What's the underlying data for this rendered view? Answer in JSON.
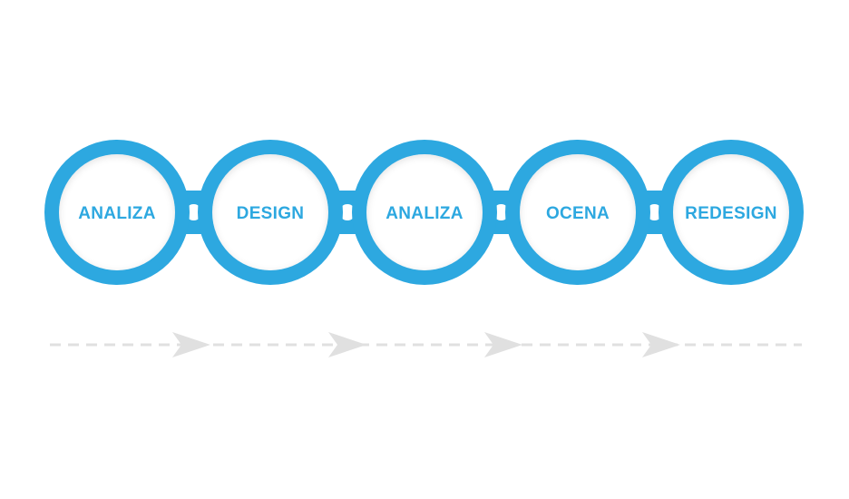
{
  "colors": {
    "ring": "#2DA8E0",
    "ring_shadow": "#1C8BC2",
    "label": "#2DA8E0",
    "inner": "#ffffff",
    "flow": "#E0E0E0"
  },
  "steps": [
    {
      "label": "ANALIZA"
    },
    {
      "label": "DESIGN"
    },
    {
      "label": "ANALIZA"
    },
    {
      "label": "OCENA"
    },
    {
      "label": "REDESIGN"
    }
  ],
  "flow": {
    "arrow_count": 4,
    "style": "dashed"
  }
}
